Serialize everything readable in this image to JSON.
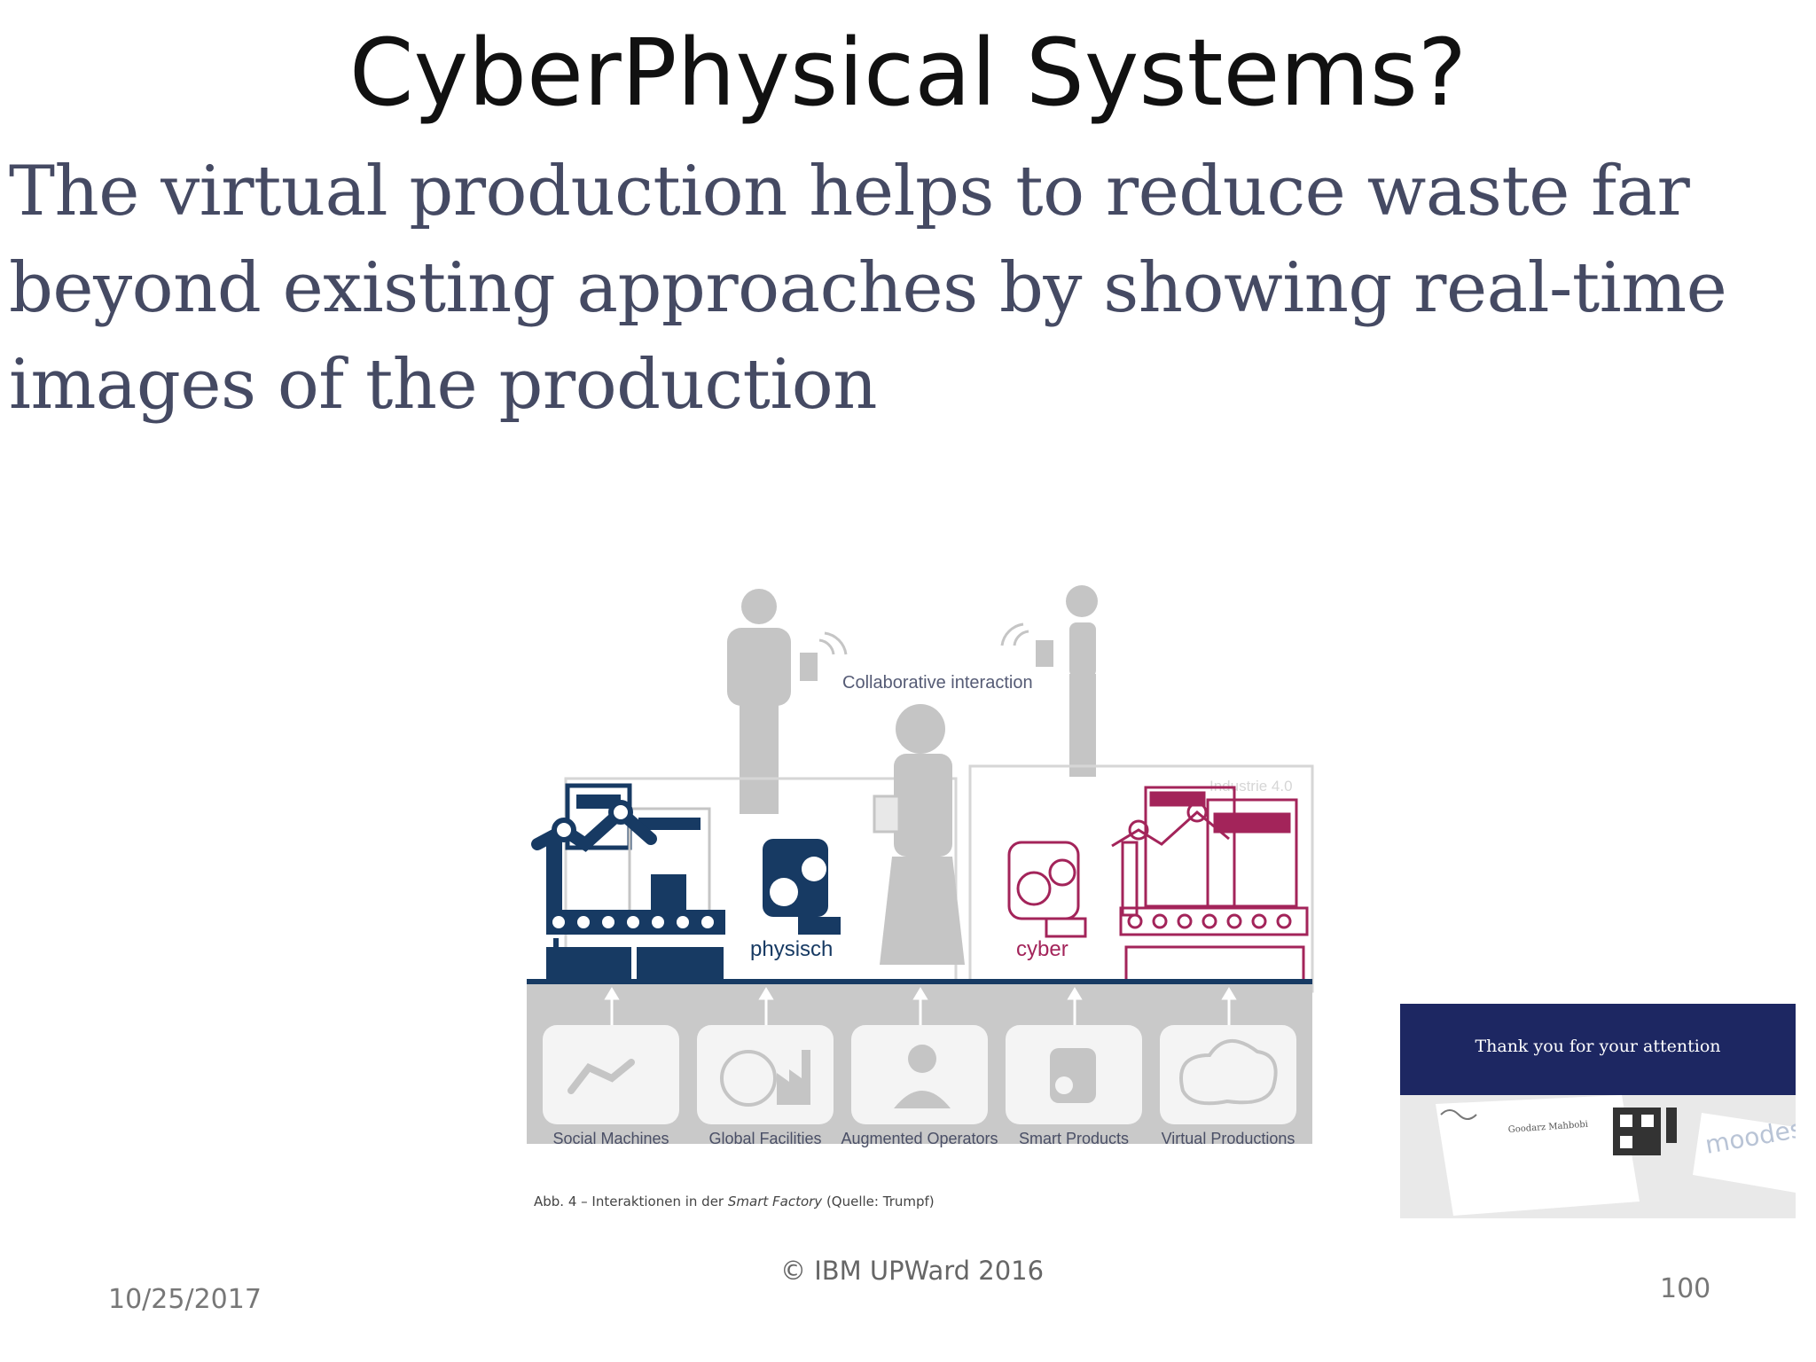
{
  "slide": {
    "title": "CyberPhysical Systems?",
    "body_lines": [
      "The virtual production helps to reduce waste far",
      "beyond existing approaches by showing real-time",
      "images of the production"
    ],
    "date": "10/25/2017",
    "copyright": "© IBM UPWard 2016",
    "page_number": "100"
  },
  "figure": {
    "top_label": "Collaborative interaction",
    "industrie_label": "Industrie 4.0",
    "physical_label": "physisch",
    "cyber_label": "cyber",
    "boxes": [
      "Social Machines",
      "Global Facilities",
      "Augmented Operators",
      "Smart Products",
      "Virtual Productions"
    ],
    "caption_prefix": "Abb. 4 – Interaktionen in der ",
    "caption_italic": "Smart Factory",
    "caption_suffix": " (Quelle: Trumpf)",
    "colors": {
      "navy": "#173a63",
      "magenta": "#a3245a",
      "gray": "#c5c5c5"
    }
  },
  "card": {
    "header": "Thank you for your attention",
    "name": "Goodarz Mahbobi",
    "brand": "moodess"
  }
}
